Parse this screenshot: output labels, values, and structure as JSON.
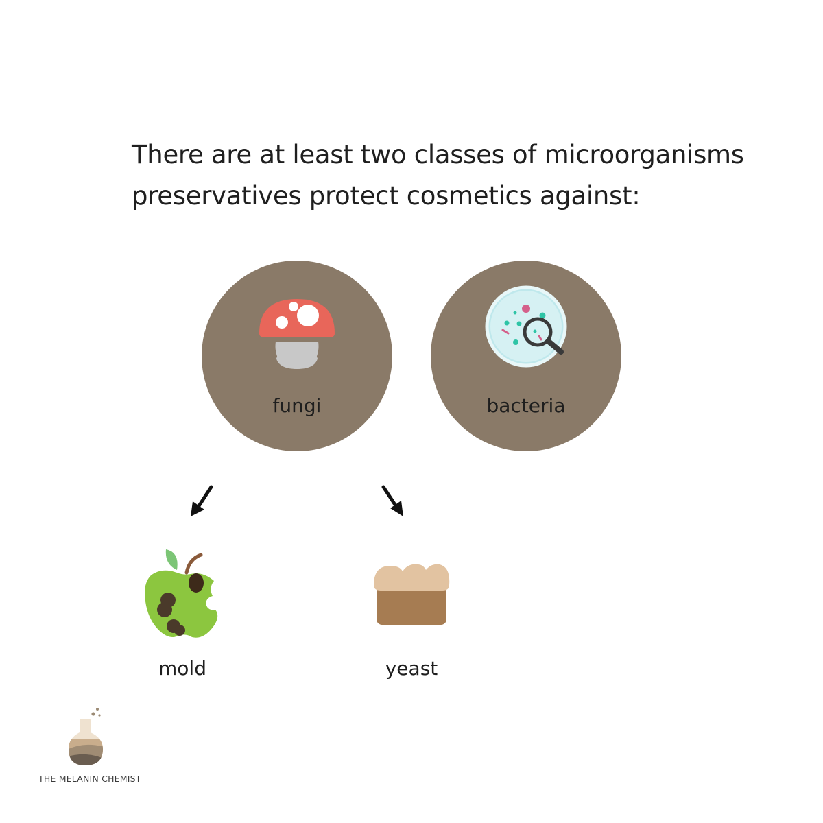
{
  "heading": {
    "line1": "There are at least two classes of microorganisms",
    "line2": "preservatives protect cosmetics against:"
  },
  "categories": [
    {
      "label": "fungi",
      "icon": "mushroom-icon"
    },
    {
      "label": "bacteria",
      "icon": "petri-dish-magnifier-icon"
    }
  ],
  "fungi_types": [
    {
      "label": "mold",
      "icon": "moldy-apple-icon"
    },
    {
      "label": "yeast",
      "icon": "bread-loaf-icon"
    }
  ],
  "brand": {
    "name": "THE MELANIN CHEMIST",
    "icon": "flask-logo-icon"
  },
  "colors": {
    "circle": "#8a7a68",
    "mushroom_cap": "#e8665a",
    "mushroom_stem": "#c8c8c8",
    "apple_green": "#8cc63f",
    "bread_crust": "#e2c3a1",
    "bread_body": "#a67c52"
  }
}
